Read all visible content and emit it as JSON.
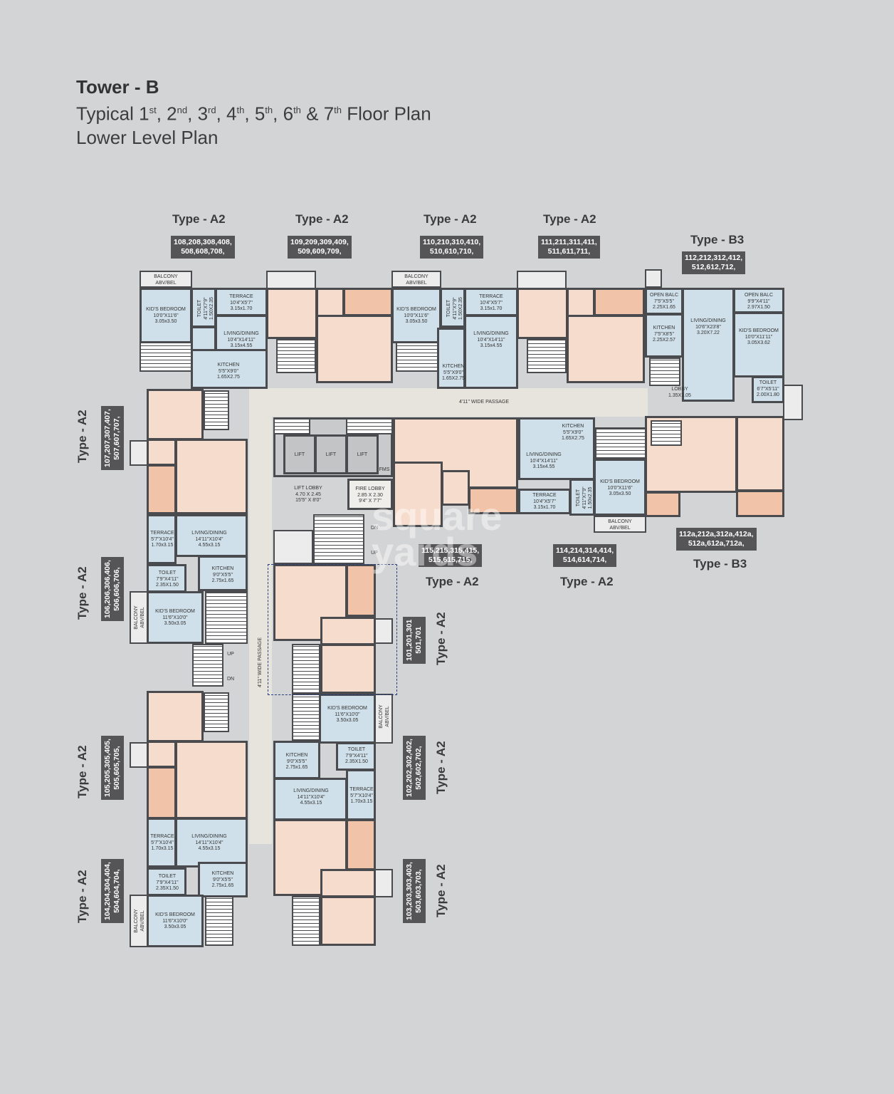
{
  "title": {
    "line1": "Tower - B",
    "line2_parts": [
      "Typical 1",
      "st",
      ", 2",
      "nd",
      ", 3",
      "rd",
      ", 4",
      "th",
      ", 5",
      "th",
      ", 6",
      "th",
      " & 7",
      "th",
      " Floor Plan"
    ],
    "line3": "Lower Level Plan"
  },
  "types": {
    "a2": "Type - A2",
    "b3": "Type - B3"
  },
  "units": {
    "u108": "108,208,308,408,\n508,608,708,",
    "u109": "109,209,309,409,\n509,609,709,",
    "u110": "110,210,310,410,\n510,610,710,",
    "u111": "111,211,311,411,\n511,611,711,",
    "u112": "112,212,312,412,\n512,612,712,",
    "u112a": "112a,212a,312a,412a,\n512a,612a,712a,",
    "u115": "115,215,315,415,\n515,615,715,",
    "u114": "114,214,314,414,\n514,614,714,",
    "u107": "107,207,307,407,\n507,607,707,",
    "u106": "106,206,306,406,\n506,606,706,",
    "u105": "105,205,305,405,\n505,605,705,",
    "u104": "104,204,304,404,\n504,604,704,",
    "u101": "101,201,301\n501,701",
    "u102": "102,202,302,402,\n502,602,702,",
    "u103": "103,203,303,403,\n503,603,703,"
  },
  "rooms": {
    "balcony_abv": "BALCONY\nABV/BEL",
    "kids_bed_a": "KID'S BEDROOM\n10'0\"X11'6\"\n3.05x3.50",
    "toilet_a": "TOILET\n4'11\"X7'9\"\n1.50X2.35",
    "terrace_a": "TERRACE\n10'4\"X5'7\"\n3.15x1.70",
    "living_a": "LIVING/DINING\n10'4\"X14'11\"\n3.15x4.55",
    "kitchen_a": "KITCHEN\n5'5\"X9'0\"\n1.65X2.75",
    "open_balc1": "OPEN BALC\n7'5\"X5'5\"\n2.25X1.65",
    "open_balc2": "OPEN BALC\n9'9\"X4'11\"\n2.97X1.50",
    "living_b3": "LIVING/DINING\n10'6\"X23'8\"\n3.20X7.22",
    "kitchen_b3": "KITCHEN\n7'5\"X8'5\"\n2.25X2.57",
    "kids_bed_b3": "KID'S BEDROOM\n10'0\"X11'11\"\n3.05X3.62",
    "toilet_b3": "TOILET\n6'7\"X5'11\"\n2.00X1.80",
    "lobby": "LOBBY\n1.35X1.05",
    "passage_h": "4'11\" WIDE PASSAGE",
    "passage_v": "4'11\" WIDE PASSAGE",
    "lift": "LIFT",
    "fms": "FMS",
    "lift_lobby": "LIFT LOBBY\n4.70 X 2.45\n15'5\" X 8'0\"",
    "fire_lobby": "FIRE LOBBY\n2.85 X 2.30\n9'4\" X 7'7\"",
    "kitchen_mid": "KITCHEN\n5'5\"X9'0\"\n1.65X2.75",
    "living_mid": "LIVING/DINING\n10'4\"X14'11\"\n3.15x4.55",
    "terrace_mid": "TERRACE\n10'4\"X5'7\"\n3.15x1.70",
    "toilet_mid": "TOILET\n4'11\"X7'9\"\n1.50x2.35",
    "kids_bed_mid": "KID'S BEDROOM\n10'0\"X11'6\"\n3.05x3.50",
    "balcony_bel": "BALCONY\nABV/BEL",
    "terrace_l": "TERRACE\n5'7\"X10'4\"\n1.70x3.15",
    "living_l": "LIVING/DINING\n14'11\"X10'4\"\n4.55x3.15",
    "toilet_l": "TOILET\n7'9\"X4'11\"\n2.35X1.50",
    "kitchen_l": "KITCHEN\n9'0\"X5'5\"\n2.75x1.65",
    "kids_bed_l": "KID'S BEDROOM\n11'6\"X10'0\"\n3.50x3.05",
    "up": "UP",
    "dn": "DN",
    "kids_bed_r": "KID'S BEDROOM\n11'6\"X10'0\"\n3.50x3.05",
    "kitchen_r": "KITCHEN\n9'0\"X5'5\"\n2.75x1.65",
    "toilet_r": "TOILET\n7'9\"X4'11\"\n2.35X1.50",
    "living_r": "LIVING/DINING\n14'11\"X10'4\"\n4.55x3.15",
    "terrace_r": "TERRACE\n5'7\"X10'4\"\n1.70x3.15"
  },
  "watermark": "square\nyards",
  "colors": {
    "bg": "#d3d4d6",
    "blue": "#cfe0ea",
    "pink": "#f6dccd",
    "wall": "#4a4b4f",
    "label_box": "#555558"
  }
}
